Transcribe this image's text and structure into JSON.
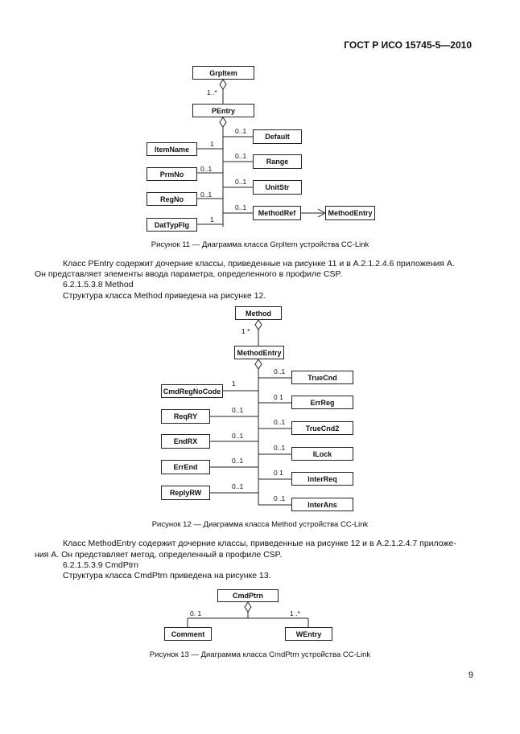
{
  "header": {
    "standard": "ГОСТ Р ИСО 15745-5—2010"
  },
  "figure11": {
    "caption": "Рисунок 11 — Диаграмма класса GrpItem устройства CC-Link",
    "classes": {
      "grpitem": "GrpItem",
      "pentry": "PEntry",
      "itemname": "ItemName",
      "prmno": "PrmNo",
      "regno": "RegNo",
      "dattypflg": "DatTypFlg",
      "default": "Default",
      "range": "Range",
      "unitstr": "UnitStr",
      "methodref": "MethodRef",
      "methodentry": "MethodEntry"
    },
    "multiplicity": {
      "grpitem_pentry": "1..*",
      "itemname": "1",
      "prmno": "0..1",
      "regno": "0..1",
      "dattypflg": "1",
      "default": "0..1",
      "range": "0..1",
      "unitstr": "0..1",
      "methodref": "0..1"
    }
  },
  "text1": {
    "para1_line1": "Класс PEntry содержит дочерние классы, приведенные на рисунке 11 и в А.2.1.2.4.6 приложения А.",
    "para1_line2": "Он представляет элементы ввода параметра, определенного в профиле CSP.",
    "section": "6.2.1.5.3.8 Method",
    "intro": "Структура класса Method приведена на рисунке 12."
  },
  "figure12": {
    "caption": "Рисунок 12 — Диаграмма класса Method устройства CC-Link",
    "classes": {
      "method": "Method",
      "methodentry": "MethodEntry",
      "cmdregnocode": "CmdRegNoCode",
      "reqry": "ReqRY",
      "endrx": "EndRX",
      "errend": "ErrEnd",
      "replyrw": "ReplyRW",
      "truecnd": "TrueCnd",
      "errreg": "ErrReg",
      "truecnd2": "TrueCnd2",
      "ilock": "ILock",
      "interreq": "InterReq",
      "interans": "InterAns"
    },
    "multiplicity": {
      "method_entry": "1 *",
      "cmdregnocode": "1",
      "reqry": "0..1",
      "endrx": "0..1",
      "errend": "0..1",
      "replyrw": "0..1",
      "truecnd": "0..1",
      "errreg": "0 1",
      "truecnd2": "0..1",
      "ilock": "0..1",
      "interreq": "0 1",
      "interans": "0 .1"
    }
  },
  "text2": {
    "para_line1": "Класс MethodEntry содержит дочерние классы, приведенные на рисунке 12 и в А.2.1.2.4.7 приложе-",
    "para_line2": "ния А. Он представляет метод, определенный в профиле CSP.",
    "section": "6.2.1.5.3.9 CmdPtrn",
    "intro": "Структура класса CmdPtrn приведена на рисунке 13."
  },
  "figure13": {
    "caption": "Рисунок 13 — Диаграмма класса CmdPtrn устройства CC-Link",
    "classes": {
      "cmdptrn": "CmdPtrn",
      "comment": "Comment",
      "wentry": "WEntry"
    },
    "multiplicity": {
      "comment": "0. 1",
      "wentry": "1 .*"
    }
  },
  "footer": {
    "page_number": "9"
  }
}
